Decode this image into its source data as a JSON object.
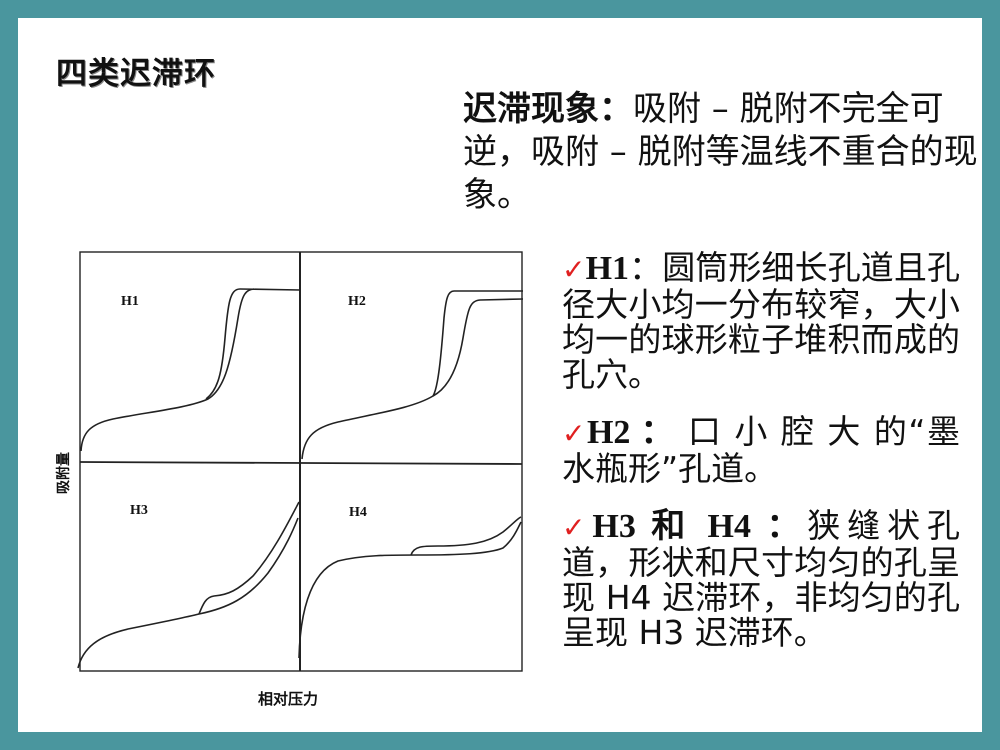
{
  "title": "四类迟滞环",
  "intro": {
    "term": "迟滞现象：",
    "text": "吸附 – 脱附不完全可逆，吸附 – 脱附等温线不重合的现象。"
  },
  "figure": {
    "ylabel": "吸附量",
    "xlabel": "相对压力",
    "panels": [
      "H1",
      "H2",
      "H3",
      "H4"
    ]
  },
  "bullets": [
    {
      "label": "H1",
      "text": "：圆筒形细长孔道且孔径大小均一分布较窄，大小均一的球形粒子堆积而成的孔穴。"
    },
    {
      "label": "H2 ：",
      "text": " 口 小 腔 大 的“墨水瓶形”孔道。"
    },
    {
      "label": "H3 和 H4 ：",
      "text": "狭缝状孔道，形状和尺寸均匀的孔呈现 H4 迟滞环，非均匀的孔呈现 H3 迟滞环。"
    }
  ],
  "colors": {
    "border": "#4a969e",
    "check": "#e02020"
  },
  "icons": {
    "bullet": "check-icon"
  }
}
